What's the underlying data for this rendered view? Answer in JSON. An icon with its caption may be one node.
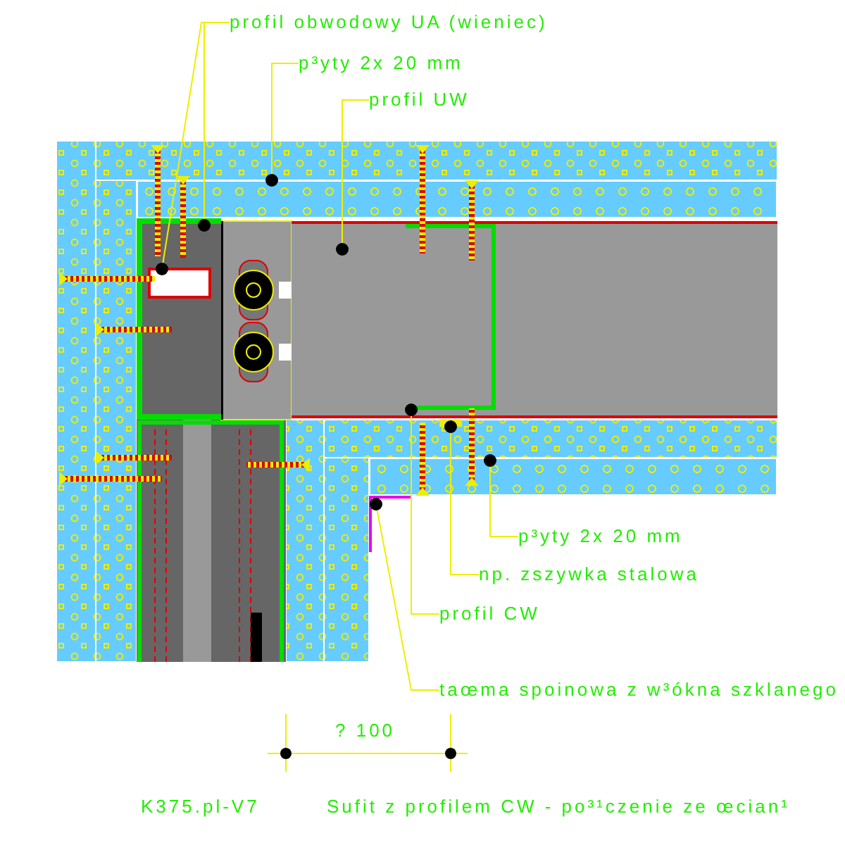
{
  "diagram": {
    "title": "Sufit z profilem CW - po³¹czenie ze œcian¹",
    "nodes": [
      {
        "text": [
          "profil obwodowy UA (wieniec)"
        ]
      },
      {
        "text": [
          "p³yty 2x 20 mm"
        ]
      },
      {
        "text": [
          "profil UW"
        ]
      },
      {
        "text": [
          "p³yty 2x 20 mm"
        ]
      },
      {
        "text": [
          "np. zszywka stalowa"
        ]
      },
      {
        "text": [
          "profil CW"
        ]
      },
      {
        "text": [
          "taœma spoinowa z w³ókna szklanego"
        ]
      },
      {
        "text": [],
        "shape": "box"
      },
      {
        "text": [],
        "shape": "box",
        "in": 7
      },
      {
        "text": [],
        "shape": "box"
      },
      {
        "text": [],
        "shape": "box"
      },
      {
        "text": [],
        "shape": "box"
      },
      {
        "text": [],
        "shape": "box"
      },
      {
        "text": [],
        "shape": "box",
        "in": 10
      },
      {
        "text": [],
        "shape": "box"
      }
    ],
    "edges": [
      {
        "from": 0,
        "to": 7,
        "arrow": "other"
      },
      {
        "from": 0,
        "to": 8,
        "arrow": "other"
      },
      {
        "from": 1,
        "to": 9,
        "arrow": "other"
      },
      {
        "from": 2,
        "to": 10,
        "arrow": "other"
      },
      {
        "from": 3,
        "to": 11,
        "arrow": "other"
      },
      {
        "from": 4,
        "to": 12,
        "arrow": "other"
      },
      {
        "from": 5,
        "to": 13,
        "arrow": "other"
      },
      {
        "from": 6,
        "to": 14,
        "arrow": "other"
      }
    ],
    "labels": [
      "? 100",
      "K375.pl-V7"
    ]
  }
}
